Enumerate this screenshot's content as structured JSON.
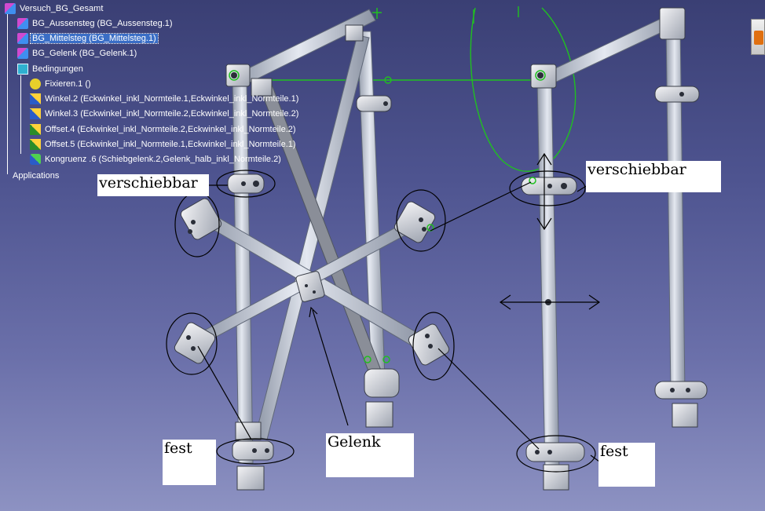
{
  "tree": {
    "root": "Versuch_BG_Gesamt",
    "items": [
      {
        "label": "BG_Aussensteg (BG_Aussensteg.1)",
        "icon": "product-icon",
        "selected": false
      },
      {
        "label": "BG_Mittelsteg (BG_Mittelsteg.1)",
        "icon": "product-icon",
        "selected": true
      },
      {
        "label": "BG_Gelenk (BG_Gelenk.1)",
        "icon": "product-icon",
        "selected": false
      },
      {
        "label": "Bedingungen",
        "icon": "constraints-icon",
        "selected": false
      }
    ],
    "constraints": [
      {
        "label": "Fixieren.1 ()",
        "icon": "fix-icon"
      },
      {
        "label": "Winkel.2 (Eckwinkel_inkl_Normteile.1,Eckwinkel_inkl_Normteile.1)",
        "icon": "angle-icon"
      },
      {
        "label": "Winkel.3 (Eckwinkel_inkl_Normteile.2,Eckwinkel_inkl_Normteile.2)",
        "icon": "angle-icon"
      },
      {
        "label": "Offset.4 (Eckwinkel_inkl_Normteile.2,Eckwinkel_inkl_Normteile.2)",
        "icon": "offset-icon"
      },
      {
        "label": "Offset.5 (Eckwinkel_inkl_Normteile.1,Eckwinkel_inkl_Normteile.1)",
        "icon": "offset-icon"
      },
      {
        "label": "Kongruenz .6 (Schiebgelenk.2,Gelenk_halb_inkl_Normteile.2)",
        "icon": "congruence-icon"
      }
    ],
    "applications": "Applications"
  },
  "annotations": {
    "verschiebbar_left": "verschiebbar",
    "verschiebbar_right": "verschiebbar",
    "gelenk": "Gelenk",
    "fest_left": "fest",
    "fest_right": "fest"
  },
  "colors": {
    "background_top": "#3a3f74",
    "background_bottom": "#8d92c2",
    "tube": "#b9c0cc",
    "constraint_green": "#20c020",
    "selection": "#3a6ec6"
  }
}
